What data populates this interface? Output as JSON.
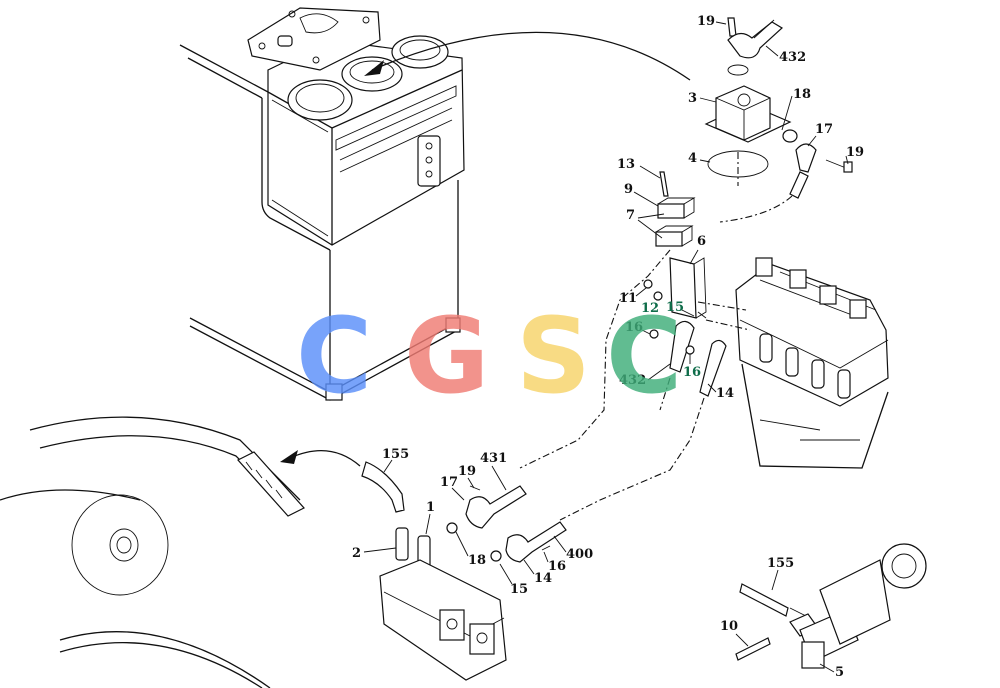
{
  "labels": {
    "l19a": "19",
    "l432a": "432",
    "l3": "3",
    "l18a": "18",
    "l17a": "17",
    "l19b": "19",
    "l4": "4",
    "l13": "13",
    "l9": "9",
    "l7": "7",
    "l6": "6",
    "l11": "11",
    "l12": "12",
    "l15a": "15",
    "l16a": "16",
    "l16b": "16",
    "l432b": "432",
    "l14a": "14",
    "l155a": "155",
    "l431": "431",
    "l19c": "19",
    "l17b": "17",
    "l1": "1",
    "l2": "2",
    "l18b": "18",
    "l400": "400",
    "l16c": "16",
    "l14b": "14",
    "l15b": "15",
    "l155b": "155",
    "l10": "10",
    "l5": "5"
  },
  "watermark": {
    "letters": [
      "C",
      "G",
      "S",
      "C"
    ],
    "colors": [
      "#5b8ff9",
      "#f07c74",
      "#f7d46a",
      "#3fae7a"
    ]
  }
}
